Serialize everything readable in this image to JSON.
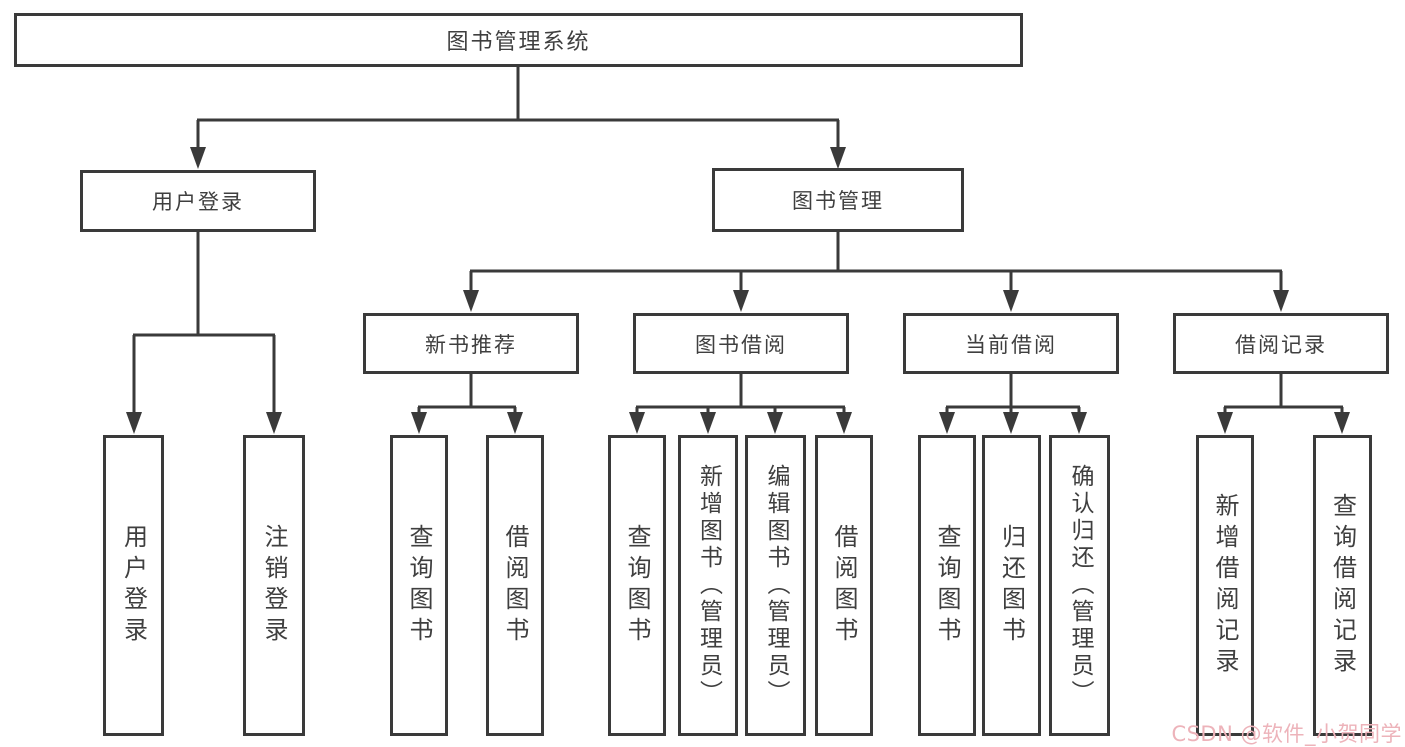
{
  "diagram": {
    "root": {
      "label": "图书管理系统"
    },
    "level2": [
      {
        "label": "用户登录"
      },
      {
        "label": "图书管理"
      }
    ],
    "level3": [
      {
        "label": "新书推荐"
      },
      {
        "label": "图书借阅"
      },
      {
        "label": "当前借阅"
      },
      {
        "label": "借阅记录"
      }
    ],
    "leaves": {
      "user_login": [
        {
          "label": "用户登录"
        },
        {
          "label": "注销登录"
        }
      ],
      "new_book": [
        {
          "label": "查询图书"
        },
        {
          "label": "借阅图书"
        }
      ],
      "book_borrow": [
        {
          "label": "查询图书"
        },
        {
          "label": "新增图书（管理员）"
        },
        {
          "label": "编辑图书（管理员）"
        },
        {
          "label": "借阅图书"
        }
      ],
      "current_borrow": [
        {
          "label": "查询图书"
        },
        {
          "label": "归还图书"
        },
        {
          "label": "确认归还（管理员）"
        }
      ],
      "borrow_record": [
        {
          "label": "新增借阅记录"
        },
        {
          "label": "查询借阅记录"
        }
      ]
    }
  },
  "watermark": {
    "text": "CSDN @软件_小贺同学",
    "color": "#edb3ba"
  },
  "colors": {
    "line": "#3a3a3a",
    "text": "#3f3f3f",
    "background": "#ffffff"
  }
}
